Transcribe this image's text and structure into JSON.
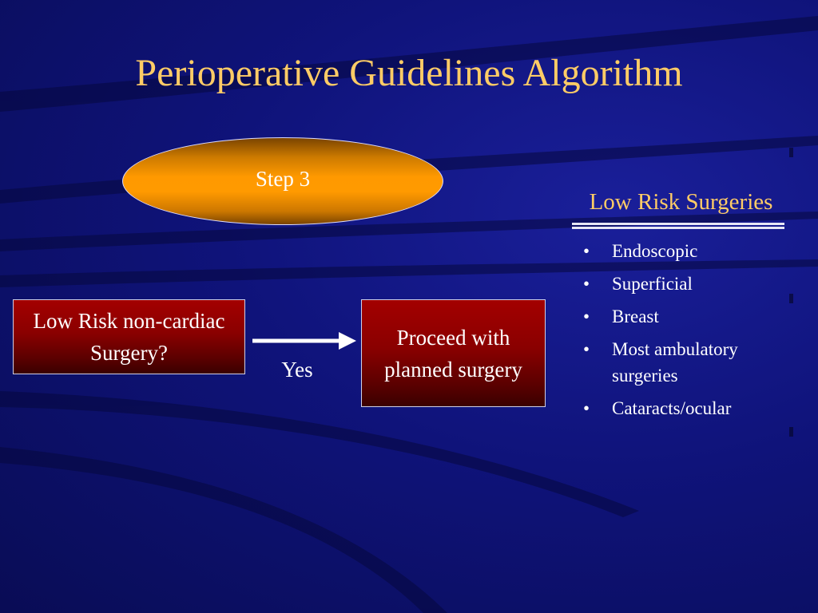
{
  "slide": {
    "title": "Perioperative Guidelines Algorithm"
  },
  "flow": {
    "step_label": "Step 3",
    "question_box": "Low Risk non-cardiac Surgery?",
    "edge_label": "Yes",
    "outcome_box": "Proceed with planned surgery"
  },
  "sidebar": {
    "heading": "Low Risk Surgeries",
    "bullet_glyph": "•",
    "items": [
      "Endoscopic",
      "Superficial",
      "Breast",
      "Most ambulatory surgeries",
      "Cataracts/ocular"
    ]
  },
  "colors": {
    "background": "#0f137a",
    "title": "#ffcc66",
    "oval_fill": "#ff9900",
    "box_fill": "#8a0000",
    "text": "#ffffff"
  }
}
